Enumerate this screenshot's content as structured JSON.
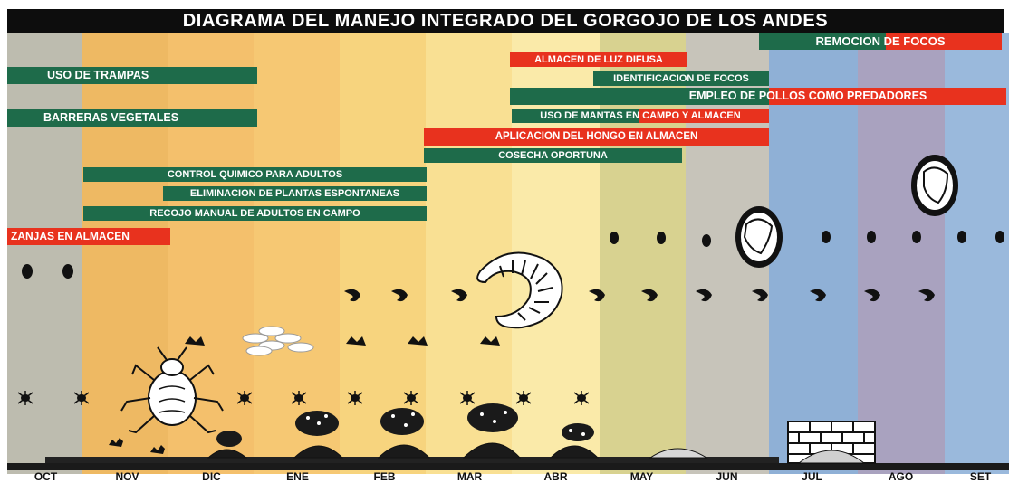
{
  "title": "DIAGRAMA DEL MANEJO INTEGRADO DEL GORGOJO DE LOS ANDES",
  "months": [
    "OCT",
    "NOV",
    "DIC",
    "ENE",
    "FEB",
    "MAR",
    "ABR",
    "MAY",
    "JUN",
    "JUL",
    "AGO",
    "SET"
  ],
  "colors": {
    "green": "#1e6b4a",
    "red": "#e8321e",
    "title_bg": "#0d0d0d",
    "ground": "#1a1a1a"
  },
  "bars": [
    {
      "label": "REMOCION DE FOCOS",
      "color": "split-green-red"
    },
    {
      "label": "ALMACEN DE LUZ DIFUSA",
      "color": "red"
    },
    {
      "label": "USO DE TRAMPAS",
      "color": "green"
    },
    {
      "label": "IDENTIFICACION DE FOCOS",
      "color": "green"
    },
    {
      "label": "EMPLEO DE POLLOS COMO PREDADORES",
      "color": "split-green-red"
    },
    {
      "label": "USO DE MANTAS EN CAMPO Y ALMACEN",
      "color": "split-green-red"
    },
    {
      "label": "BARRERAS VEGETALES",
      "color": "green"
    },
    {
      "label": "APLICACION DEL HONGO EN ALMACEN",
      "color": "red"
    },
    {
      "label": "COSECHA OPORTUNA",
      "color": "green"
    },
    {
      "label": "CONTROL QUIMICO PARA ADULTOS",
      "color": "green"
    },
    {
      "label": "ELIMINACION DE PLANTAS ESPONTANEAS",
      "color": "green"
    },
    {
      "label": "RECOJO MANUAL DE ADULTOS EN CAMPO",
      "color": "green"
    },
    {
      "label": "ZANJAS EN ALMACEN",
      "color": "red"
    }
  ],
  "illustrations": {
    "stages": [
      "egg-icon",
      "larva-icon",
      "pupa-icon",
      "adult-weevil-icon",
      "potato-tubers-icon",
      "storage-brick-icon"
    ]
  }
}
